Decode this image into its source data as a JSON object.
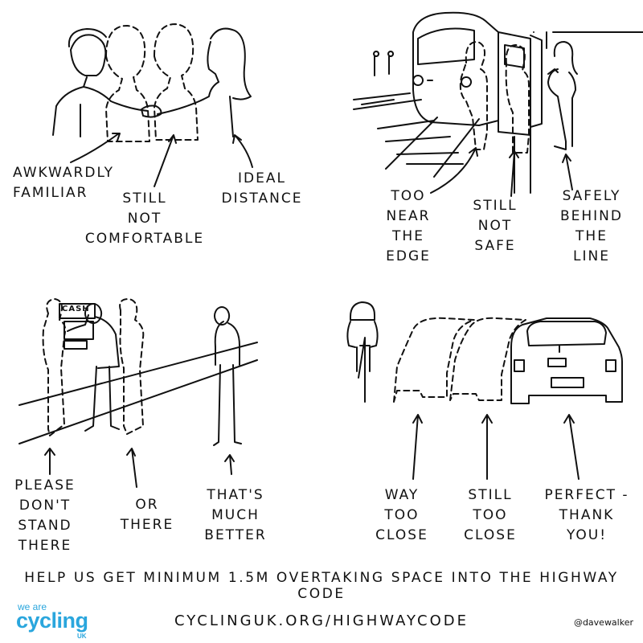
{
  "panels": {
    "greeting": {
      "labels": [
        "AWKWARDLY FAMILIAR",
        "STILL NOT COMFORTABLE",
        "IDEAL DISTANCE"
      ]
    },
    "platform": {
      "labels": [
        "TOO NEAR THE EDGE",
        "STILL NOT SAFE",
        "SAFELY BEHIND THE LINE"
      ]
    },
    "cashpoint": {
      "sign": "CASH",
      "labels": [
        "PLEASE DON'T STAND THERE",
        "OR THERE",
        "THAT'S MUCH BETTER"
      ]
    },
    "overtaking": {
      "labels": [
        "WAY TOO CLOSE",
        "STILL TOO CLOSE",
        "PERFECT - THANK YOU!"
      ]
    }
  },
  "footer": {
    "slogan": "HELP US GET MINIMUM 1.5M OVERTAKING SPACE INTO THE HIGHWAY CODE",
    "url": "CYCLINGUK.ORG/HIGHWAYCODE",
    "credit": "@davewalker",
    "logo": {
      "line1": "we are",
      "line2": "cycling",
      "line3": "UK"
    }
  },
  "colors": {
    "ink": "#111111",
    "brand": "#2aa6dd",
    "background": "#ffffff"
  }
}
